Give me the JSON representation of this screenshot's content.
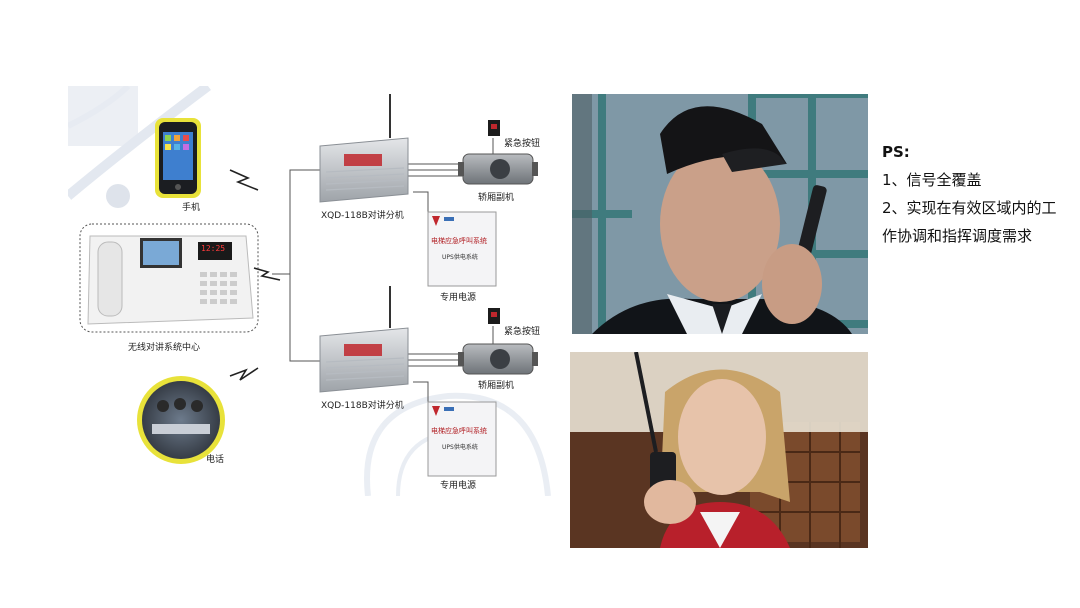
{
  "diagram": {
    "phone_label": "手机",
    "center_label": "无线对讲系统中心",
    "telephone_label": "电话",
    "splitter_label_1": "XQD-118B对讲分机",
    "splitter_label_2": "XQD-118B对讲分机",
    "emergency_label_1": "紧急按钮",
    "emergency_label_2": "紧急按钮",
    "car_unit_label_1": "轿厢副机",
    "car_unit_label_2": "轿厢副机",
    "power_label_1": "专用电源",
    "power_label_2": "专用电源",
    "power_box_title": "电梯应急呼叫系统",
    "power_box_sub": "UPS供电系统",
    "device_screen_text": "12:25"
  },
  "notes": {
    "title": "PS:",
    "line1": "1、信号全覆盖",
    "line2": "2、实现在有效区域内的工",
    "line3": "作协调和指挥调度需求"
  },
  "colors": {
    "device_gray": "#c9ccd0",
    "accent_red": "#c0272d",
    "phone_yellow": "#e8e23a"
  }
}
